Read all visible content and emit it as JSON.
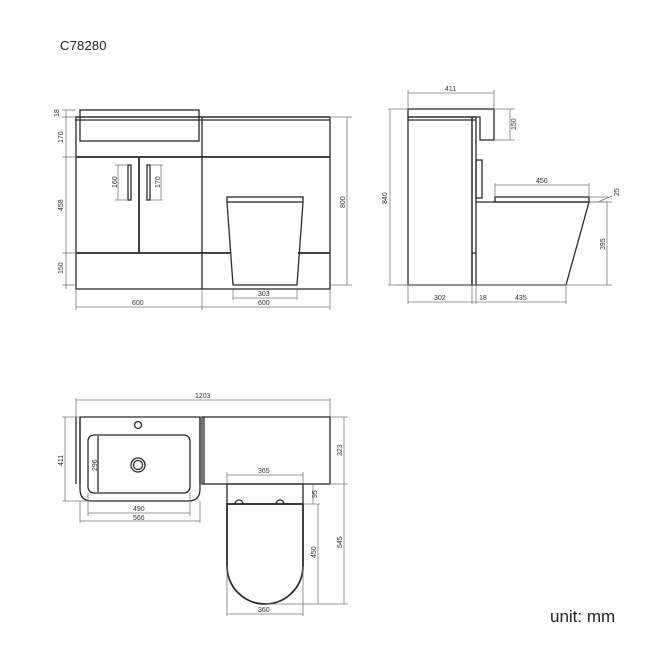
{
  "drawing": {
    "product_code": "C78280",
    "unit_label": "unit: mm",
    "front_view": {
      "dims": {
        "basin_height": "18",
        "top_panel": "170",
        "door_height": "458",
        "plinth": "150",
        "handle_left": "160",
        "handle_right": "170",
        "left_width": "600",
        "right_width": "600",
        "pan_base_width": "303",
        "overall_height": "800"
      }
    },
    "side_view": {
      "dims": {
        "depth_top": "411",
        "cistern_drop": "150",
        "overall_height": "840",
        "seat_length": "450",
        "seat_thickness": "25",
        "pan_height": "395",
        "unit_depth": "302",
        "panel_thickness": "18",
        "pan_projection": "435"
      }
    },
    "plan_view": {
      "dims": {
        "overall_width": "1203",
        "depth": "411",
        "bowl_depth": "296",
        "bowl_width": "490",
        "basin_width": "566",
        "cabinet_depth": "323",
        "pan_width_top": "365",
        "gap": "95",
        "seat_length": "450",
        "pan_total": "545",
        "seat_width": "360"
      }
    }
  }
}
